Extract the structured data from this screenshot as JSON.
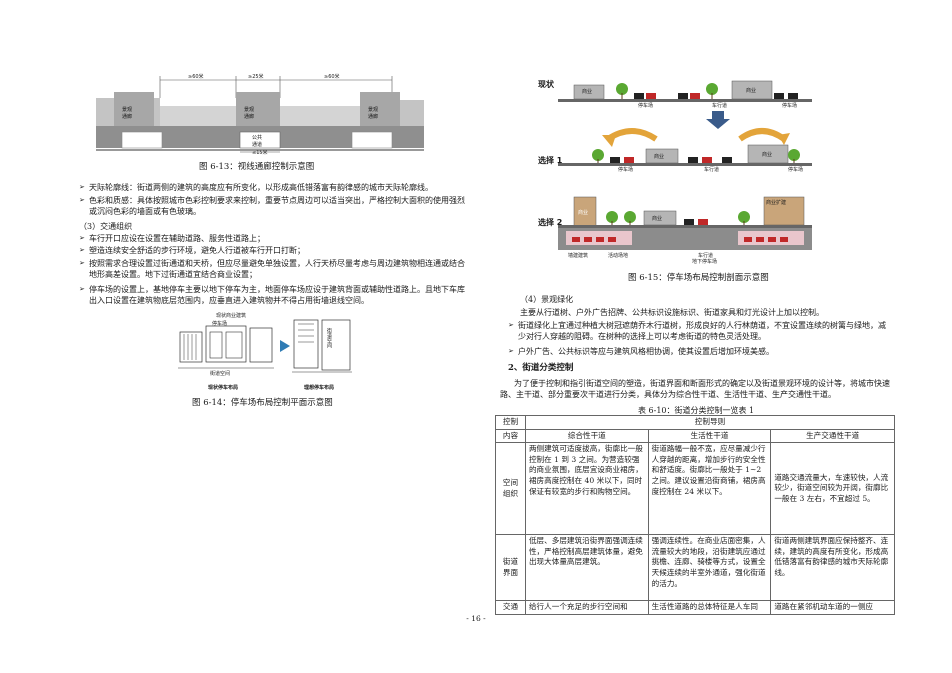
{
  "fig613": {
    "caption": "图 6-13：视线通廊控制示意图",
    "dim1": "≥60米",
    "dim2": "≥25米",
    "dim3": "≥60米",
    "dim4": "≤15米",
    "label_left": "景观\n通廊",
    "label_mid": "景观\n通廊",
    "label_right": "景观\n通廊",
    "label_public": "公共\n通道"
  },
  "left_bullets_1": [
    "天际轮廓线：街道两侧的建筑的高度应有所变化，以形成高低错落富有韵律感的城市天际轮廓线。",
    "色彩和质感：具体按照城市色彩控制要求来控制，重要节点周边可以适当突出，严格控制大面积的使用强烈或沉闷色彩的墙面或有色玻璃。"
  ],
  "sec3_heading": "（3）交通组织",
  "left_bullets_2": [
    "车行开口应设在设置在辅助道路、服务性道路上；",
    "塑造连续安全舒适的步行环境，避免人行道被车行开口打断；",
    "按照需求合理设置过街通道和天桥，但应尽量避免单独设置，人行天桥尽量考虑与周边建筑物相连通或结合地形高差设置。地下过街通道宜结合商业设置；",
    "停车场的设置上，基地停车主要以地下停车为主，地面停车场应设于建筑背面或辅助性道路上。且地下车库出入口设置在建筑物底层范围内，应垂直进入建筑物并不得占用街墙退线空间。"
  ],
  "fig614": {
    "caption": "图 6-14：停车场布局控制平面示意图",
    "label_business": "现状商业建筑",
    "label_parking": "停车场",
    "label_street_space": "街道空间",
    "label_street_space_v": "街道空间",
    "label_current": "现状停车布局",
    "label_ideal": "理想停车布局"
  },
  "fig615": {
    "caption": "图 6-15：停车场布局控制剖面示意图",
    "row1_label": "现状",
    "row2_label": "选择 1",
    "row3_label": "选择 2",
    "shop": "商业",
    "parking": "停车场",
    "lane": "车行道",
    "ug_parking": "地下停车场",
    "wall_building": "墙建建筑",
    "activity": "活动场地",
    "retail": "商业",
    "expand": "商业扩建"
  },
  "sec4_heading": "（4）景观绿化",
  "sec4_intro": "主要从行道树、户外广告招牌、公共标识设施标识、街道家具和灯光设计上加以控制。",
  "right_bullets": [
    "街道绿化上宜通过种植大树冠遮荫乔木行道树，形成良好的人行林荫道，不宜设置连续的树篱与绿地，减少对行人穿越的阻碍。在树种的选择上可以考虑街道的特色灵活处理。",
    "户外广告、公共标识等应与建筑风格相协调，使其设置后增加环境美感。"
  ],
  "sec2_heading": "2、街道分类控制",
  "sec2_intro": "为了便于控制和指引街道空间的塑造，街道界面和断面形式的确定以及街道景观环境的设计等，将城市快速路、主干道、部分重要次干道进行分类，具体分为综合性干道、生活性干道、生产交通性干道。",
  "table": {
    "title": "表 6-10：街道分类控制一览表 1",
    "head_ctrl_line1": "控制",
    "head_ctrl_line2": "内容",
    "head_guide": "控制导则",
    "col1": "综合性干道",
    "col2": "生活性干道",
    "col3": "生产交通性干道",
    "rows": [
      {
        "name": "空间\n组织",
        "c1": "两侧建筑可适度拔高，街廓比一般控制在 1 到 3 之间。为营造较强的商业氛围，底层宜设商业裙房，裙房高度控制在 40 米以下，同时保证有较宽的步行和购物空间。",
        "c2": "街道路幅一般不宽，应尽量减少行人穿越的距离，增加步行的安全性和舒适度。街廓比一般处于 1~2 之间。建议设置沿街商铺，裙房高度控制在 24 米以下。",
        "c3": "道路交通流量大，车速较快，人流较少，街道空间较为开阔，街廓比一般在 3 左右，不宜超过 5。"
      },
      {
        "name": "街道\n界面",
        "c1": "低层、多层建筑沿街界面强调连续性，严格控制高层建筑体量，避免出现大体量高层建筑。",
        "c2": "强调连续性。在商业店面密集，人流量较大的地段，沿街建筑应通过挑檐、连廊、骑楼等方式，设置全天候连续的半室外通道，强化街道的活力。",
        "c3": "街道两侧建筑界面应保持整齐、连续，建筑的高度有所变化，形成高低错落富有韵律感的城市天际轮廓线。"
      },
      {
        "name": "交通",
        "c1": "给行人一个充足的步行空间和",
        "c2": "生活性道路的总体特征是人车同",
        "c3": "道路在紧邻机动车道的一侧应"
      }
    ]
  },
  "page_number": "- 16 -",
  "colors": {
    "shop_gray": "#b5b5b5",
    "tree_green": "#5aa832",
    "car_red": "#c02828",
    "arrow_orange": "#e3a43a",
    "ug_pink": "#e9c6cc",
    "arrow_blue": "#3a5b8a"
  }
}
